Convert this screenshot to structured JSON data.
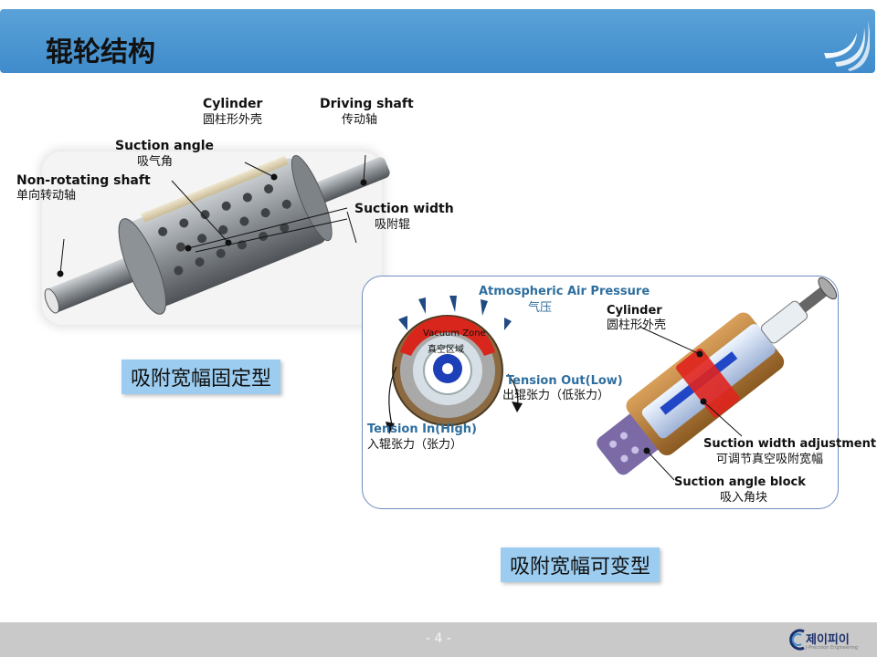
{
  "header": {
    "title": "辊轮结构"
  },
  "fixed_roller": {
    "labels": {
      "cylinder_en": "Cylinder",
      "cylinder_cn": "圆柱形外壳",
      "driving_shaft_en": "Driving shaft",
      "driving_shaft_cn": "传动轴",
      "suction_angle_en": "Suction angle",
      "suction_angle_cn": "吸气角",
      "non_rotating_en": "Non-rotating shaft",
      "non_rotating_cn": "单向转动轴",
      "suction_width_en": "Suction width",
      "suction_width_cn": "吸附辊"
    },
    "type_label": "吸附宽幅固定型"
  },
  "variable_roller": {
    "labels": {
      "atm_en": "Atmospheric Air Pressure",
      "atm_cn": "气压",
      "vacuum_en": "Vacuum Zone",
      "vacuum_cn": "真空区域",
      "tension_out_en": "Tension Out(Low)",
      "tension_out_cn": "出辊张力（低张力）",
      "tension_in_en": "Tension In(High)",
      "tension_in_cn": "入辊张力（张力）",
      "cylinder_en": "Cylinder",
      "cylinder_cn": "圆柱形外壳",
      "width_adj_en": "Suction width adjustment",
      "width_adj_cn": "可调节真空吸附宽幅",
      "angle_block_en": "Suction angle block",
      "angle_block_cn": "吸入角块"
    },
    "type_label": "吸附宽幅可变型"
  },
  "footer": {
    "page": "- 4 -",
    "logo_text": "제이피이",
    "logo_sub": "J-Precision Engineering"
  },
  "colors": {
    "header": "#4a93d0",
    "type_box": "#9ccdf0",
    "panel_border": "#6b8dbf",
    "footer": "#c9c9c9"
  }
}
